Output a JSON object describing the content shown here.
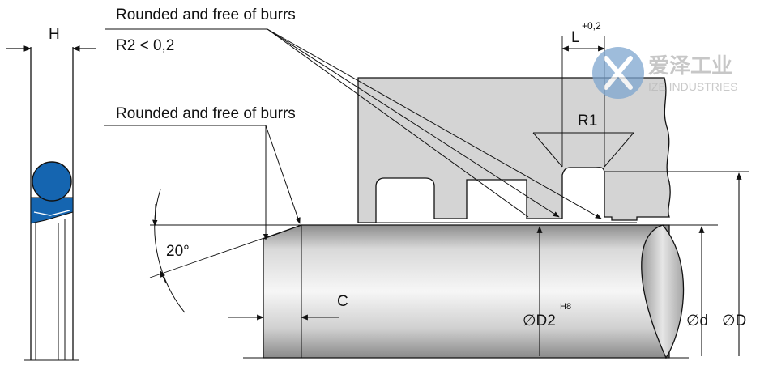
{
  "callouts": {
    "top": "Rounded and free of burrs",
    "top_sub": "R2 < 0,2",
    "left": "Rounded and free of burrs"
  },
  "dimensions": {
    "h": "H",
    "l": "L",
    "l_tol": "+0,2",
    "r1": "R1",
    "angle": "20°",
    "c": "C",
    "d2": "∅D2",
    "d2_tol": "H8",
    "d_small": "∅d",
    "d_big": "∅D"
  },
  "logo": {
    "cn": "爱泽工业",
    "en": "IZE INDUSTRIES"
  },
  "colors": {
    "housing": "#d4d4d4",
    "oring": "#1565b0",
    "shaft_dark": "#8f8f8f",
    "shaft_light": "#f4f4f4",
    "line": "#111111"
  }
}
